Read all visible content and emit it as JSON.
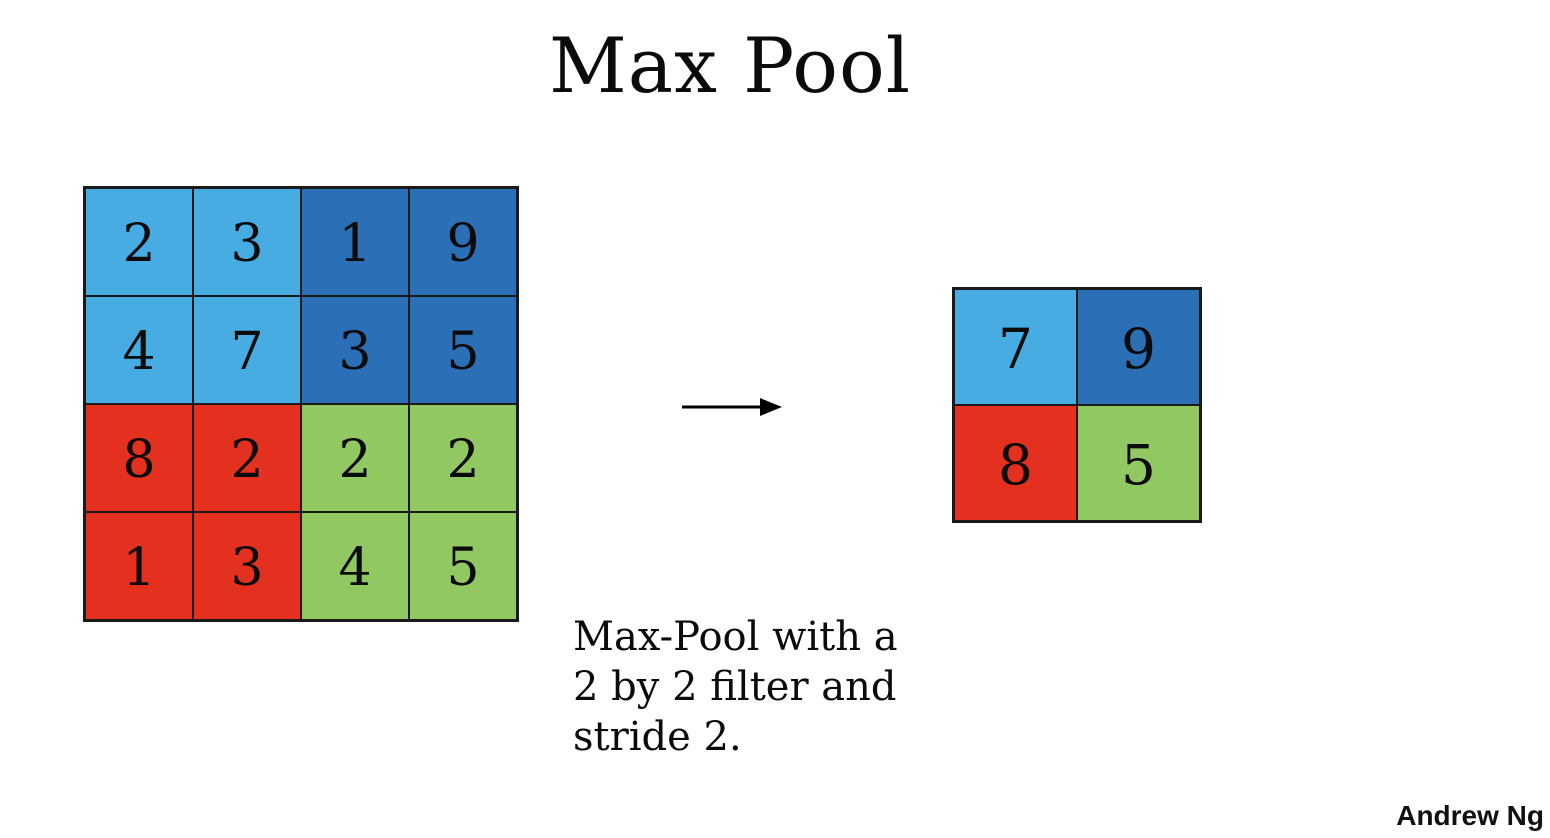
{
  "title": "Max Pool",
  "caption": {
    "full_text": "Max-Pool with a 2 by 2 filter and stride 2.",
    "lines": [
      "Max-Pool with a",
      "2 by 2 filter and",
      "stride 2."
    ]
  },
  "credit": "Andrew Ng",
  "colors": {
    "light_blue": "#47ACE2",
    "dark_blue": "#2B6FB6",
    "red": "#E3301F",
    "green": "#92C862",
    "grid_line": "#1a1a1a",
    "background": "#ffffff",
    "arrow": "#000000"
  },
  "arrow": {
    "direction": "right"
  },
  "input_grid": {
    "rows": 4,
    "cols": 4,
    "cells": [
      {
        "value": "2",
        "color": "light_blue"
      },
      {
        "value": "3",
        "color": "light_blue"
      },
      {
        "value": "1",
        "color": "dark_blue"
      },
      {
        "value": "9",
        "color": "dark_blue"
      },
      {
        "value": "4",
        "color": "light_blue"
      },
      {
        "value": "7",
        "color": "light_blue"
      },
      {
        "value": "3",
        "color": "dark_blue"
      },
      {
        "value": "5",
        "color": "dark_blue"
      },
      {
        "value": "8",
        "color": "red"
      },
      {
        "value": "2",
        "color": "red"
      },
      {
        "value": "2",
        "color": "green"
      },
      {
        "value": "2",
        "color": "green"
      },
      {
        "value": "1",
        "color": "red"
      },
      {
        "value": "3",
        "color": "red"
      },
      {
        "value": "4",
        "color": "green"
      },
      {
        "value": "5",
        "color": "green"
      }
    ]
  },
  "output_grid": {
    "rows": 2,
    "cols": 2,
    "cells": [
      {
        "value": "7",
        "color": "light_blue"
      },
      {
        "value": "9",
        "color": "dark_blue"
      },
      {
        "value": "8",
        "color": "red"
      },
      {
        "value": "5",
        "color": "green"
      }
    ]
  }
}
